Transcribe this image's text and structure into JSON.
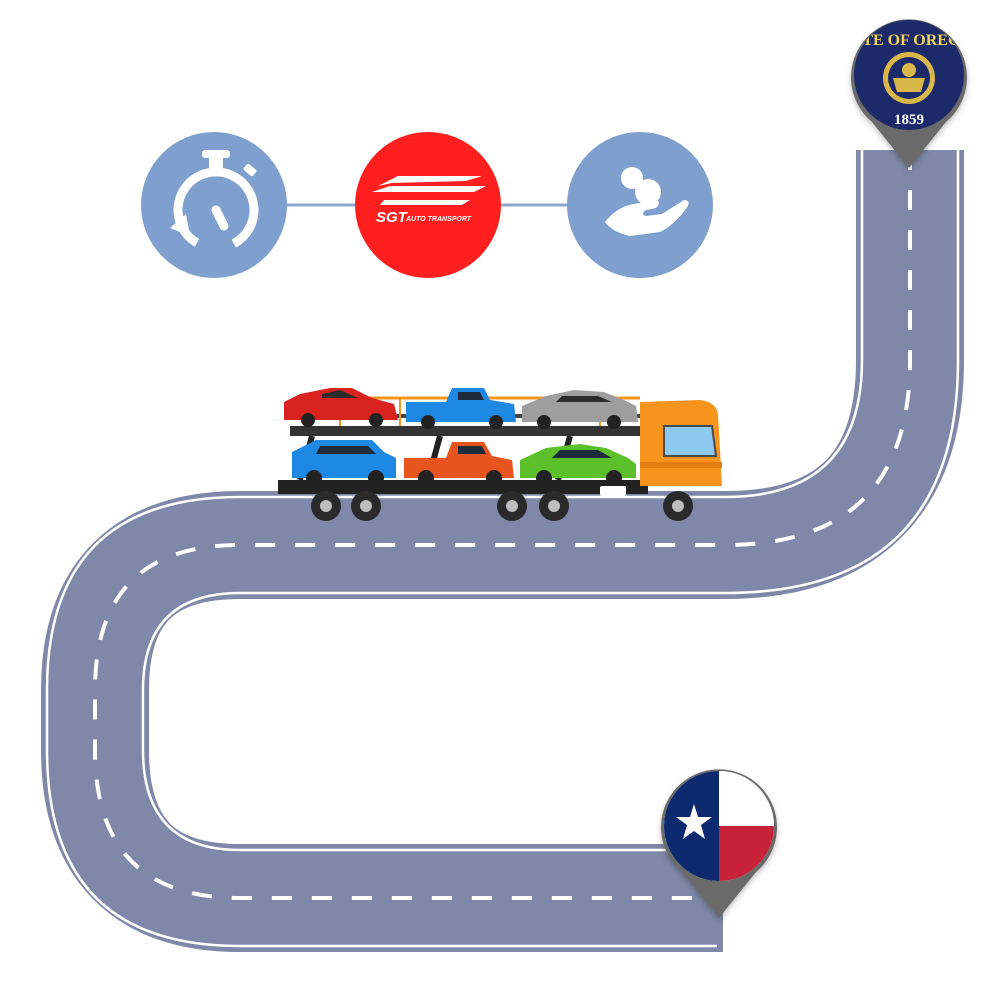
{
  "logo": {
    "brand": "SGT",
    "subtitle": "AUTO TRANSPORT"
  },
  "feature_icons": [
    {
      "icon": "stopwatch-icon"
    },
    {
      "icon": "sgt-logo"
    },
    {
      "icon": "hand-coins-icon"
    }
  ],
  "destination": {
    "seal_text": "STATE OF OREGON",
    "seal_year": "1859"
  },
  "origin": {
    "flag": "texas-flag"
  },
  "colors": {
    "road": "#7f88a8",
    "road_edge": "#ffffff",
    "icon_circle": "#7f9fcf",
    "logo_circle": "#ff2020",
    "truck_cab": "#f7941d",
    "oregon_blue": "#1f2a6b",
    "texas_blue": "#0d2a6e",
    "texas_red": "#c8203a"
  }
}
